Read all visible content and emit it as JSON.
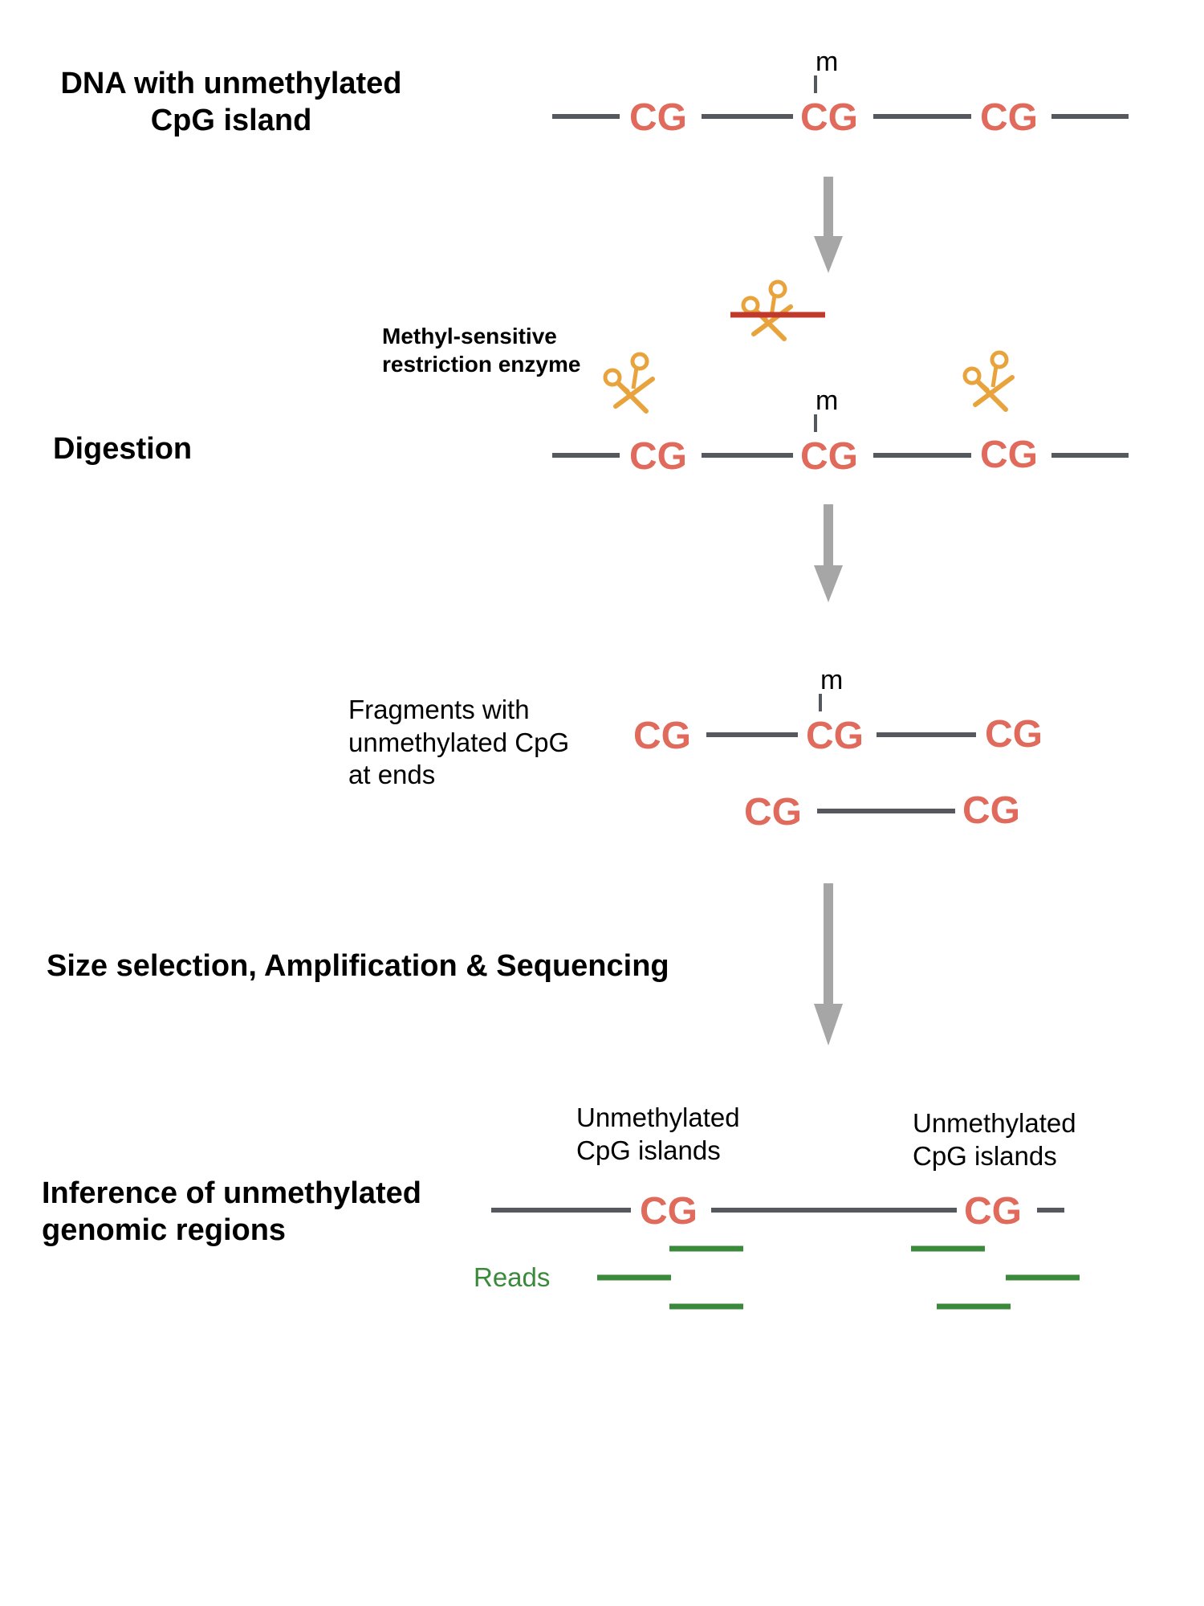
{
  "colors": {
    "dna_line": "#55585d",
    "cg_text": "#e06a5b",
    "arrow": "#a6a6a6",
    "scissors": "#e8a33d",
    "block_line": "#c0392b",
    "reads": "#3b8a3b",
    "methyl_tick": "#55585d"
  },
  "steps": {
    "step1": {
      "line1": "DNA with unmethylated",
      "line2": "CpG island"
    },
    "step2": {
      "title": "Digestion",
      "enzyme_line1": "Methyl-sensitive",
      "enzyme_line2": "restriction enzyme"
    },
    "step3": {
      "line1": "Fragments with",
      "line2": "unmethylated CpG",
      "line3": "at ends"
    },
    "step4": {
      "title": "Size selection, Amplification & Sequencing"
    },
    "step5": {
      "line1": "Inference of unmethylated",
      "line2": "genomic regions",
      "island_left": {
        "line1": "Unmethylated",
        "line2": "CpG islands"
      },
      "island_right": {
        "line1": "Unmethylated",
        "line2": "CpG islands"
      },
      "reads_label": "Reads"
    }
  },
  "sites": {
    "cg": "CG",
    "methyl": "m"
  },
  "icons": {
    "scissors": "scissors-icon",
    "arrow": "down-arrow-icon",
    "blocked": "blocked-cut-line"
  }
}
